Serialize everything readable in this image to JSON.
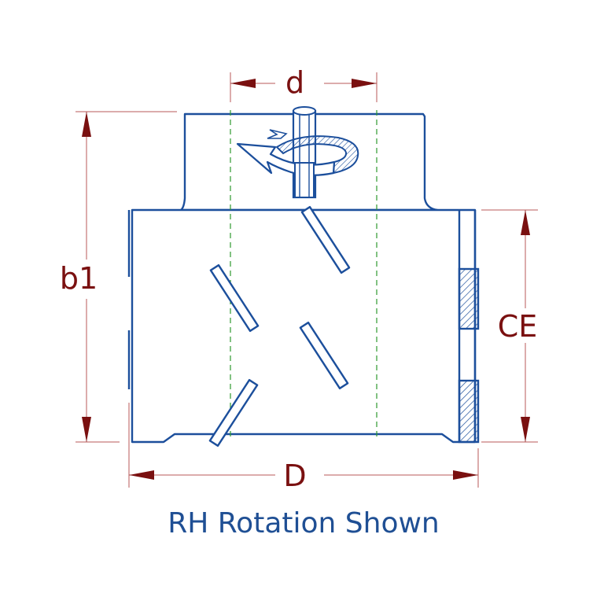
{
  "labels": {
    "d": "d",
    "b1": "b1",
    "CE": "CE",
    "D": "D"
  },
  "caption": "RH Rotation Shown",
  "colors": {
    "outline": "#1c4f9c",
    "fill": "#ffffff",
    "dimension": "#7a1010",
    "centerline": "#2e9a2e",
    "caption": "#1f4f94",
    "hatch": "#1c4f9c"
  },
  "icons": {
    "rotation": "rotation-arrow-icon"
  }
}
